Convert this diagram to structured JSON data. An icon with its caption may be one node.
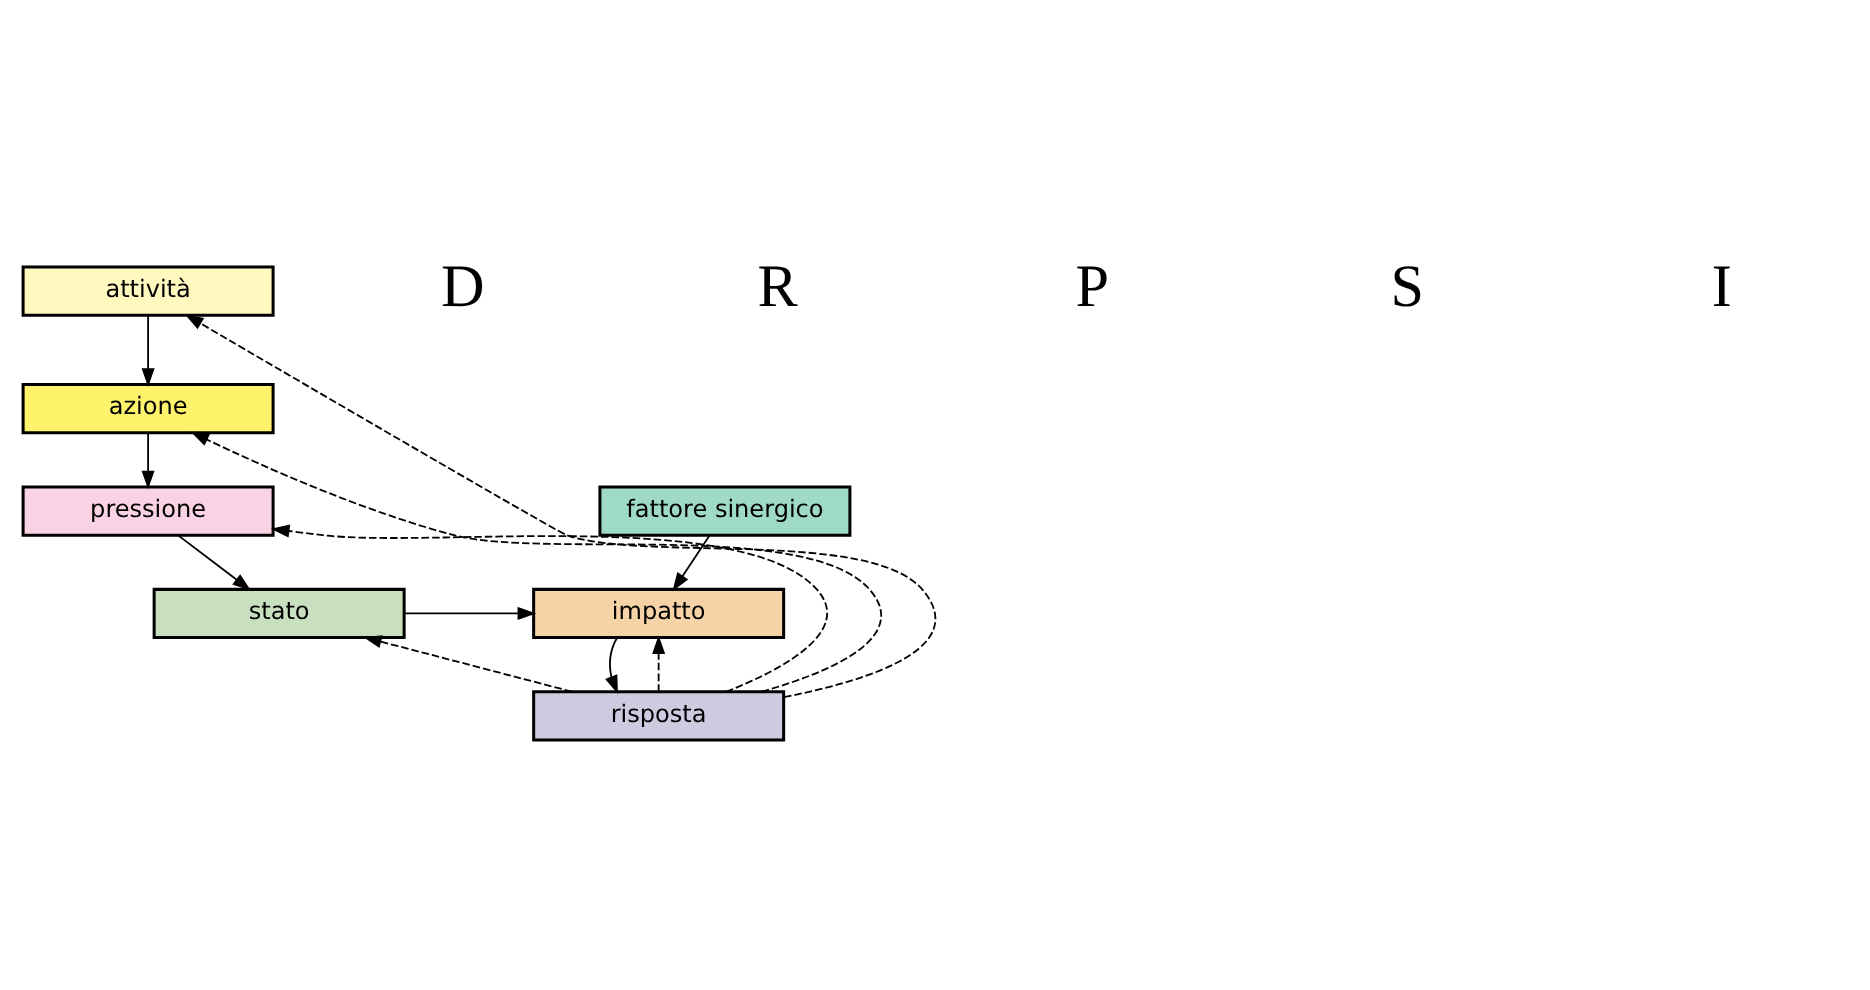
{
  "diagram": {
    "nodes": [
      {
        "text": [
          "attività"
        ]
      },
      {
        "text": [
          "azione"
        ]
      },
      {
        "text": [
          "pressione"
        ]
      },
      {
        "text": [
          "stato"
        ]
      },
      {
        "text": [
          "impatto"
        ]
      },
      {
        "text": [
          "risposta"
        ]
      },
      {
        "text": [
          "fattore sinergico"
        ]
      }
    ],
    "edges": [
      {
        "from": 0,
        "to": 1,
        "arrow": "to"
      },
      {
        "from": 1,
        "to": 2,
        "arrow": "to"
      },
      {
        "from": 2,
        "to": 3,
        "arrow": "to"
      },
      {
        "from": 5,
        "to": 0,
        "arrow": "to",
        "style": "dashed"
      },
      {
        "from": 5,
        "to": 1,
        "arrow": "to",
        "style": "dashed"
      },
      {
        "from": 5,
        "to": 2,
        "arrow": "to",
        "style": "dashed"
      },
      {
        "from": 5,
        "to": 3,
        "arrow": "to",
        "style": "dashed"
      },
      {
        "from": 5,
        "to": 4,
        "arrow": "to",
        "style": "dashed"
      },
      {
        "from": 3,
        "to": 4,
        "arrow": "to"
      },
      {
        "from": 6,
        "to": 4,
        "arrow": "to"
      },
      {
        "from": 4,
        "to": 5,
        "arrow": "to"
      }
    ],
    "labels": [
      "D",
      "R",
      "P",
      "S",
      "I"
    ]
  }
}
